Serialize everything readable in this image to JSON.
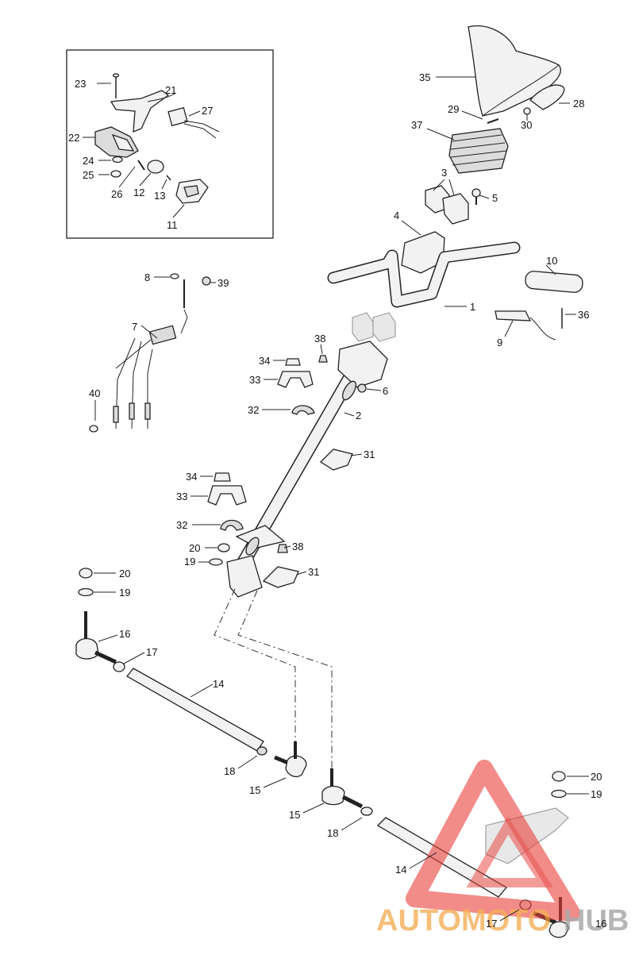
{
  "diagram": {
    "callouts": [
      {
        "id": "c23",
        "text": "23"
      },
      {
        "id": "c21",
        "text": "21"
      },
      {
        "id": "c27",
        "text": "27"
      },
      {
        "id": "c22",
        "text": "22"
      },
      {
        "id": "c24",
        "text": "24"
      },
      {
        "id": "c25",
        "text": "25"
      },
      {
        "id": "c26",
        "text": "26"
      },
      {
        "id": "c12",
        "text": "12"
      },
      {
        "id": "c13",
        "text": "13"
      },
      {
        "id": "c11",
        "text": "11"
      },
      {
        "id": "c35",
        "text": "35"
      },
      {
        "id": "c28",
        "text": "28"
      },
      {
        "id": "c29",
        "text": "29"
      },
      {
        "id": "c30",
        "text": "30"
      },
      {
        "id": "c37",
        "text": "37"
      },
      {
        "id": "c3",
        "text": "3"
      },
      {
        "id": "c5",
        "text": "5"
      },
      {
        "id": "c4",
        "text": "4"
      },
      {
        "id": "c10",
        "text": "10"
      },
      {
        "id": "c1",
        "text": "1"
      },
      {
        "id": "c36",
        "text": "36"
      },
      {
        "id": "c9",
        "text": "9"
      },
      {
        "id": "c8",
        "text": "8"
      },
      {
        "id": "c39",
        "text": "39"
      },
      {
        "id": "c7",
        "text": "7"
      },
      {
        "id": "c40",
        "text": "40"
      },
      {
        "id": "c38a",
        "text": "38"
      },
      {
        "id": "c34a",
        "text": "34"
      },
      {
        "id": "c33a",
        "text": "33"
      },
      {
        "id": "c6",
        "text": "6"
      },
      {
        "id": "c32a",
        "text": "32"
      },
      {
        "id": "c2",
        "text": "2"
      },
      {
        "id": "c31a",
        "text": "31"
      },
      {
        "id": "c34b",
        "text": "34"
      },
      {
        "id": "c33b",
        "text": "33"
      },
      {
        "id": "c32b",
        "text": "32"
      },
      {
        "id": "c20a",
        "text": "20"
      },
      {
        "id": "c38b",
        "text": "38"
      },
      {
        "id": "c19a",
        "text": "19"
      },
      {
        "id": "c31b",
        "text": "31"
      },
      {
        "id": "c20b",
        "text": "20"
      },
      {
        "id": "c19b",
        "text": "19"
      },
      {
        "id": "c16a",
        "text": "16"
      },
      {
        "id": "c17a",
        "text": "17"
      },
      {
        "id": "c14a",
        "text": "14"
      },
      {
        "id": "c18a",
        "text": "18"
      },
      {
        "id": "c15a",
        "text": "15"
      },
      {
        "id": "c15b",
        "text": "15"
      },
      {
        "id": "c18b",
        "text": "18"
      },
      {
        "id": "c20c",
        "text": "20"
      },
      {
        "id": "c19c",
        "text": "19"
      },
      {
        "id": "c14b",
        "text": "14"
      },
      {
        "id": "c17b",
        "text": "17"
      },
      {
        "id": "c16b",
        "text": "16"
      }
    ]
  },
  "watermark": {
    "brand_part1": "AUTOMOTO",
    "brand_part2": "HUB",
    "color_red": "#e8403a",
    "color_orange": "#f3a13a",
    "color_gray": "#9a9a9a"
  }
}
